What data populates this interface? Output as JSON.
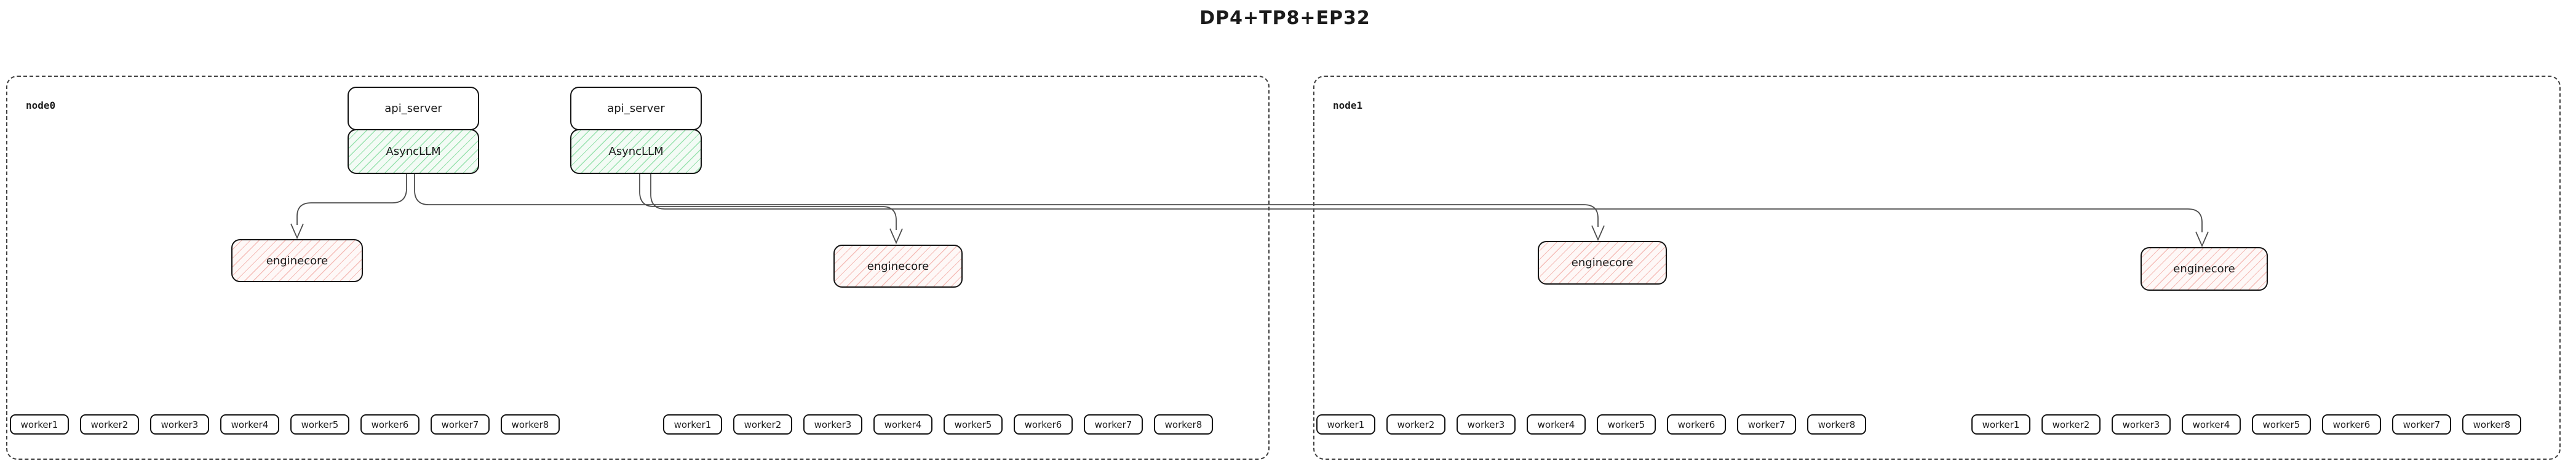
{
  "title": "DP4+TP8+EP32",
  "colors": {
    "background": "#ffffff",
    "box_border": "#141414",
    "node_dashed_border": "#3f3f3f",
    "edge_line": "#4d4d4d",
    "asyncllm_fill": "#f3fbf5",
    "asyncllm_hatch": "#98e2ae",
    "enginecore_fill": "#fef8f7",
    "enginecore_hatch": "#f5bdb8",
    "text": "#1b1b1b"
  },
  "nodes": [
    {
      "label": "node0",
      "stacks": [
        {
          "api_server": "api_server",
          "asyncllm": "AsyncLLM"
        },
        {
          "api_server": "api_server",
          "asyncllm": "AsyncLLM"
        }
      ],
      "enginecores": [
        "enginecore",
        "enginecore"
      ],
      "worker_groups": [
        [
          "worker1",
          "worker2",
          "worker3",
          "worker4",
          "worker5",
          "worker6",
          "worker7",
          "worker8"
        ],
        [
          "worker1",
          "worker2",
          "worker3",
          "worker4",
          "worker5",
          "worker6",
          "worker7",
          "worker8"
        ]
      ]
    },
    {
      "label": "node1",
      "enginecores": [
        "enginecore",
        "enginecore"
      ],
      "worker_groups": [
        [
          "worker1",
          "worker2",
          "worker3",
          "worker4",
          "worker5",
          "worker6",
          "worker7",
          "worker8"
        ],
        [
          "worker1",
          "worker2",
          "worker3",
          "worker4",
          "worker5",
          "worker6",
          "worker7",
          "worker8"
        ]
      ]
    }
  ]
}
